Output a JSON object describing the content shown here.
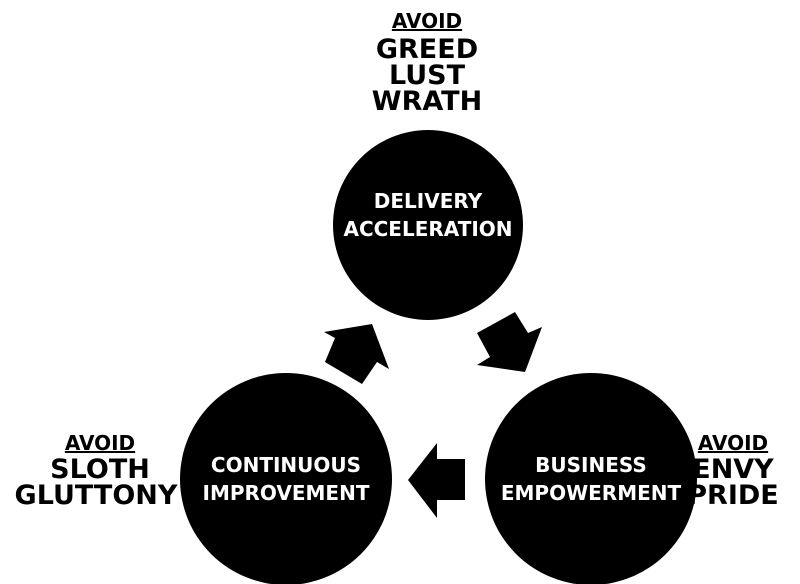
{
  "nodes": [
    {
      "id": "delivery",
      "lines": [
        "DELIVERY",
        "ACCELERATION"
      ],
      "avoid_label": "AVOID",
      "avoid": [
        "GREED",
        "LUST",
        "WRATH"
      ]
    },
    {
      "id": "business",
      "lines": [
        "BUSINESS",
        "EMPOWERMENT"
      ],
      "avoid_label": "AVOID",
      "avoid": [
        "ENVY",
        "PRIDE"
      ]
    },
    {
      "id": "continuous",
      "lines": [
        "CONTINUOUS",
        "IMPROVEMENT"
      ],
      "avoid_label": "AVOID",
      "avoid": [
        "SLOTH",
        "GLUTTONY"
      ]
    }
  ],
  "colors": {
    "circle": "#000000",
    "text": "#ffffff",
    "arrow": "#000000"
  }
}
